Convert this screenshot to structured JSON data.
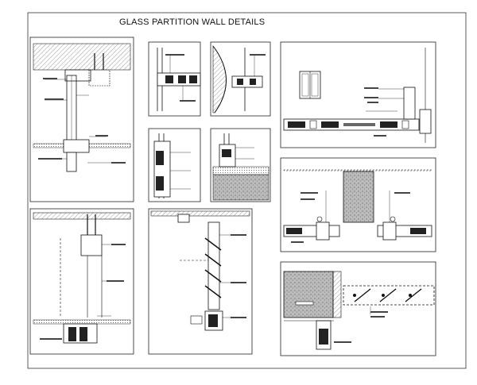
{
  "sheet": {
    "title": "GLASS PARTITION WALL DETAILS"
  },
  "details": [
    {
      "id": "elevation-top-track"
    },
    {
      "id": "plan-jamb-small"
    },
    {
      "id": "plan-curved-wall"
    },
    {
      "id": "section-frame-vertical"
    },
    {
      "id": "section-floor-base"
    },
    {
      "id": "plan-door-elevation"
    },
    {
      "id": "elevation-suspended-glass"
    },
    {
      "id": "section-glass-louvre"
    },
    {
      "id": "plan-column-junction"
    },
    {
      "id": "plan-wall-corner-louvre"
    }
  ]
}
